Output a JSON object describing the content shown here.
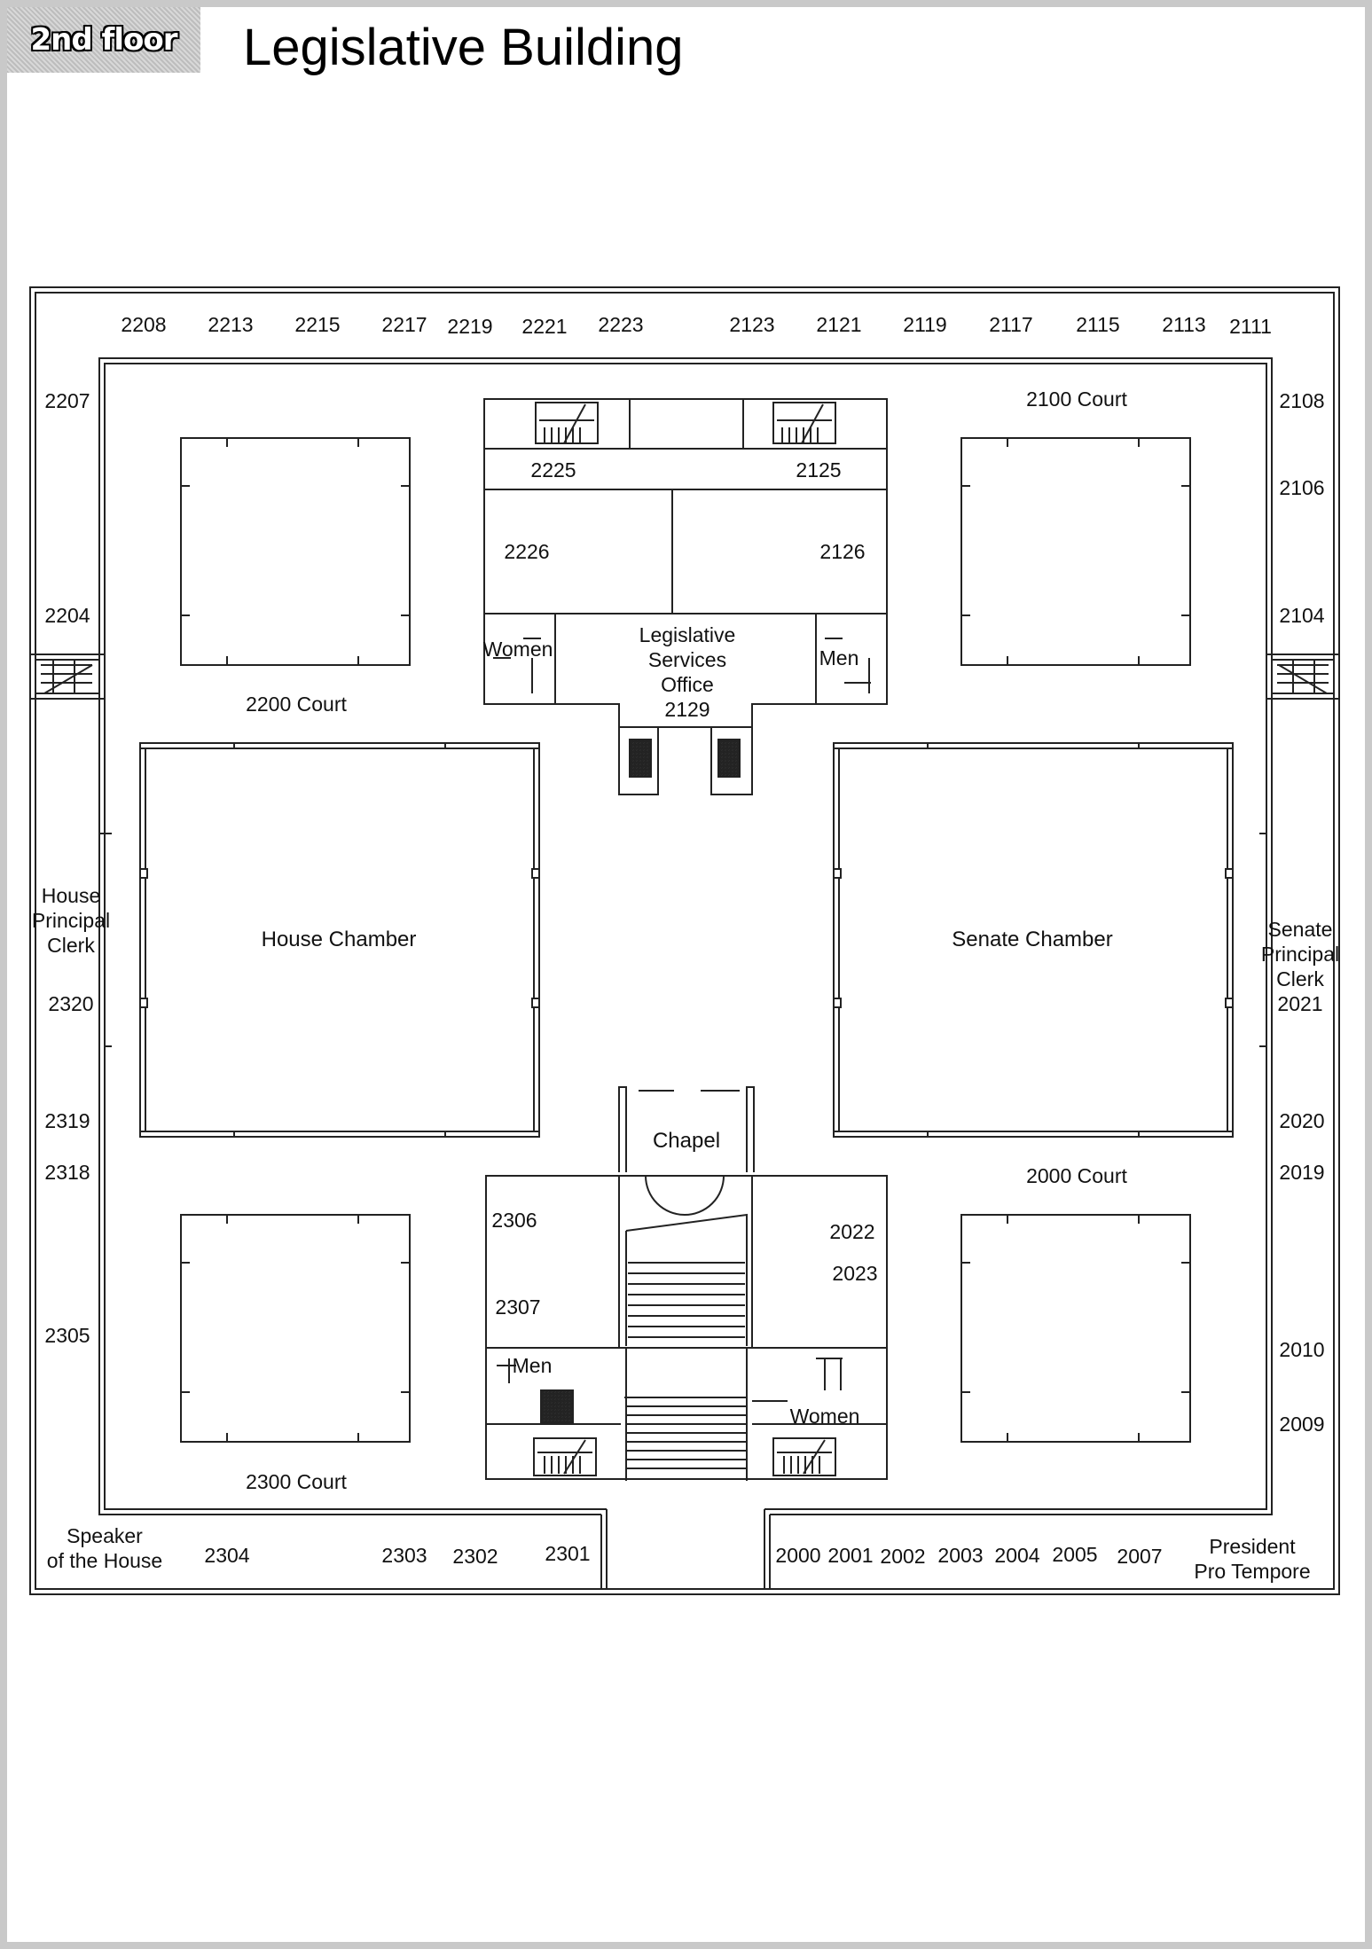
{
  "header": {
    "floor_badge": "2nd floor",
    "title": "Legislative Building"
  },
  "labels": {
    "r2208": "2208",
    "r2213": "2213",
    "r2215": "2215",
    "r2217": "2217",
    "r2219": "2219",
    "r2221": "2221",
    "r2223": "2223",
    "r2123": "2123",
    "r2121": "2121",
    "r2119": "2119",
    "r2117": "2117",
    "r2115": "2115",
    "r2113": "2113",
    "r2111": "2111",
    "r2207": "2207",
    "r2204": "2204",
    "r2108": "2108",
    "r2106": "2106",
    "r2104": "2104",
    "court2100": "2100 Court",
    "court2200": "2200 Court",
    "court2000": "2000 Court",
    "court2300": "2300 Court",
    "r2225": "2225",
    "r2125": "2125",
    "r2226": "2226",
    "r2126": "2126",
    "women_north": "Women",
    "men_north": "Men",
    "lso": "Legislative\nServices\nOffice\n2129",
    "house_chamber": "House Chamber",
    "senate_chamber": "Senate Chamber",
    "house_clerk": "House\nPrincipal\nClerk",
    "r2320": "2320",
    "r2319": "2319",
    "r2318": "2318",
    "r2305": "2305",
    "senate_clerk": "Senate\nPrincipal\nClerk\n2021",
    "r2020": "2020",
    "r2019": "2019",
    "r2010": "2010",
    "r2009": "2009",
    "chapel": "Chapel",
    "r2306": "2306",
    "r2307": "2307",
    "r2022": "2022",
    "r2023": "2023",
    "men_south": "Men",
    "women_south": "Women",
    "speaker": "Speaker\nof the House",
    "r2304": "2304",
    "r2303": "2303",
    "r2302": "2302",
    "r2301": "2301",
    "r2000": "2000",
    "r2001": "2001",
    "r2002": "2002",
    "r2003": "2003",
    "r2004": "2004",
    "r2005": "2005",
    "r2007": "2007",
    "president": "President\nPro Tempore"
  }
}
